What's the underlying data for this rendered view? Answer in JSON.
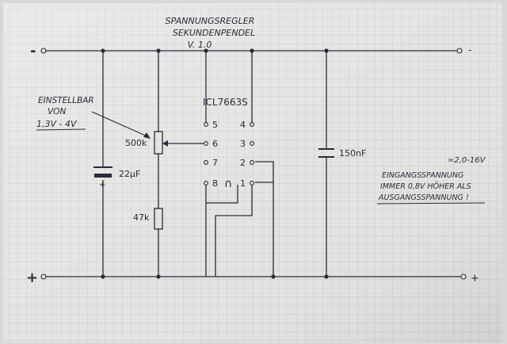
{
  "title": {
    "line1": "SPANNUNGSREGLER",
    "line2": "SEKUNDENPENDEL",
    "line3": "V. 1.0"
  },
  "note_adjustable": {
    "line1": "EINSTELLBAR",
    "line2": "VON",
    "line3": "1,3V - 4V"
  },
  "rail_labels": {
    "minus": "-",
    "plus": "+"
  },
  "ic": {
    "name": "ICL7663S",
    "pins": {
      "p1": "1",
      "p2": "2",
      "p3": "3",
      "p4": "4",
      "p5": "5",
      "p6": "6",
      "p7": "7",
      "p8": "8"
    },
    "crossover": "∩"
  },
  "components": {
    "capacitor_electrolytic": "22µF",
    "capacitor_polarity": "+",
    "potentiometer": "500k",
    "resistor": "47k",
    "capacitor_ceramic": "150nF"
  },
  "note_input": {
    "range": "=2,0-16V",
    "line1": "EINGANGSSPANNUNG",
    "line2": "IMMER 0,8V HÖHER ALS",
    "line3": "AUSGANGSSPANNUNG !"
  },
  "colors": {
    "ink": "#2a2a3a",
    "paper": "#e2e2e0",
    "grid": "#b8c2cc"
  }
}
